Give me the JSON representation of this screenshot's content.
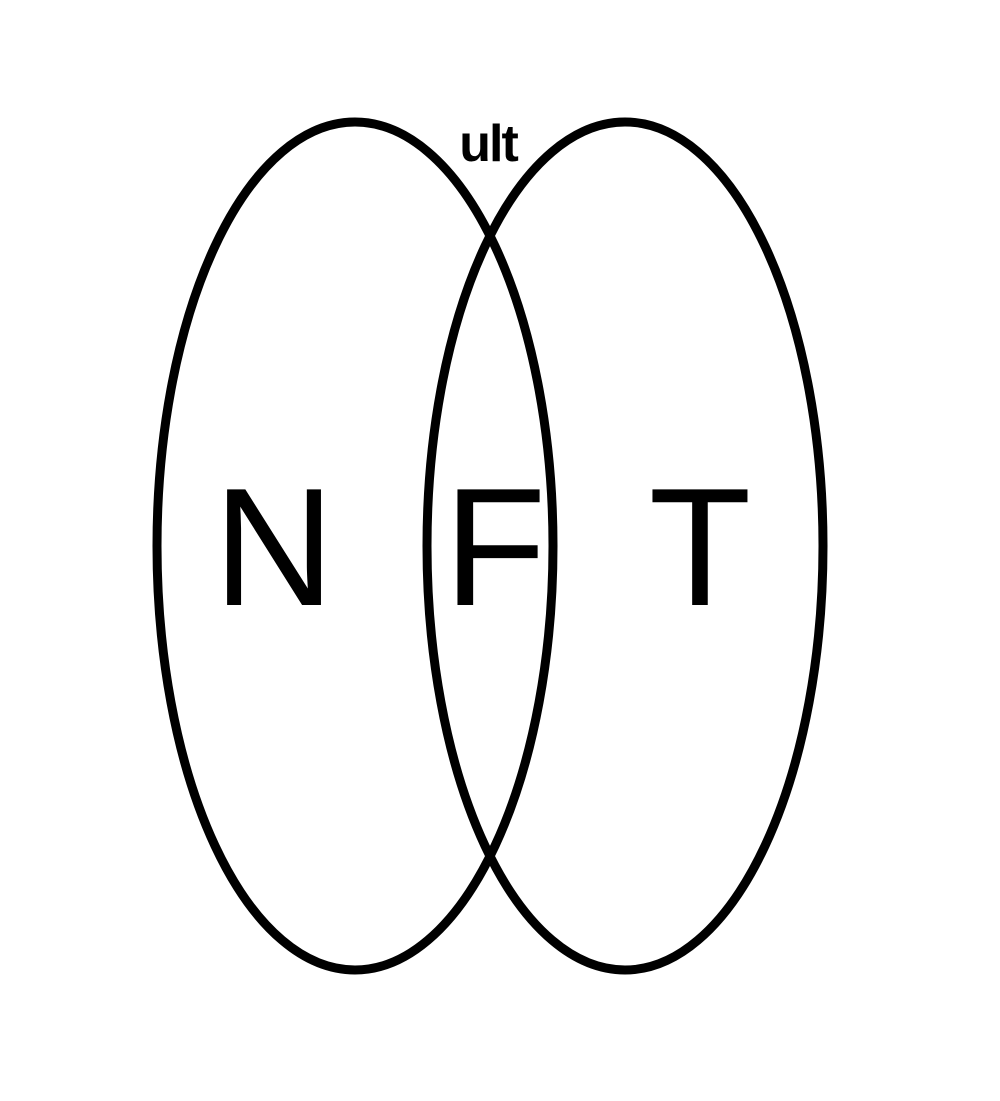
{
  "diagram": {
    "type": "venn",
    "stroke_color": "#000000",
    "background": "#ffffff",
    "sets": [
      {
        "name": "left-set",
        "letter": "N"
      },
      {
        "name": "right-set",
        "letter": "T"
      }
    ],
    "intersection": {
      "letter": "F"
    },
    "top_label": "ult"
  }
}
